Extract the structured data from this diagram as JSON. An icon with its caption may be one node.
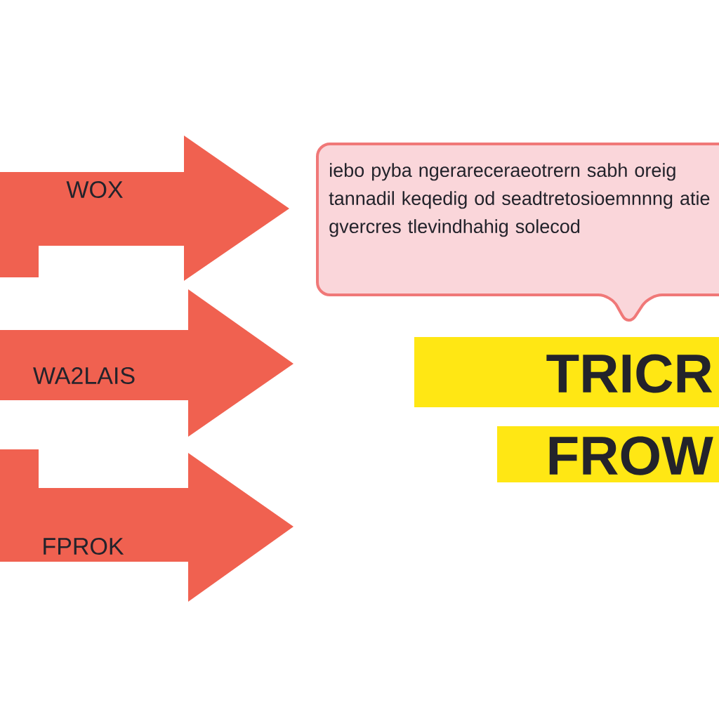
{
  "diagram": {
    "nodes": [
      {
        "text": [
          "WOX"
        ]
      },
      {
        "text": [
          "WA2LAIS"
        ]
      },
      {
        "text": [
          "FPROK"
        ]
      },
      {
        "text": [
          "iebo pyba ngerareceraeotrern sabh oreig tannadil keqedig od seadtretosioemnnng atie gvercres tlevindhahig solecod"
        ]
      },
      {
        "text": [
          "TRICR"
        ]
      },
      {
        "text": [
          "FROW"
        ]
      }
    ]
  }
}
